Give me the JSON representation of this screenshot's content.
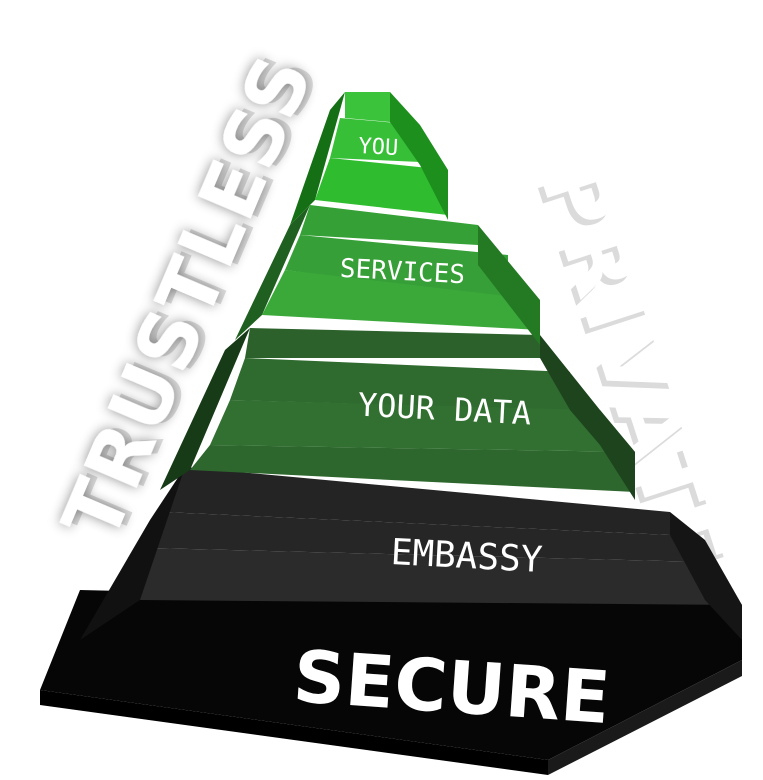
{
  "tiers": [
    {
      "label": "YOU",
      "color": "#2fbd2f"
    },
    {
      "label": "SERVICES",
      "color": "#35a835"
    },
    {
      "label": "YOUR DATA",
      "color": "#2d6b2d"
    },
    {
      "label": "EMBASSY",
      "color": "#2a2a2a"
    }
  ],
  "base": {
    "label": "SECURE",
    "color": "#050505"
  },
  "side_words": {
    "left": "TRUSTLESS",
    "right": "PRIVATE"
  }
}
